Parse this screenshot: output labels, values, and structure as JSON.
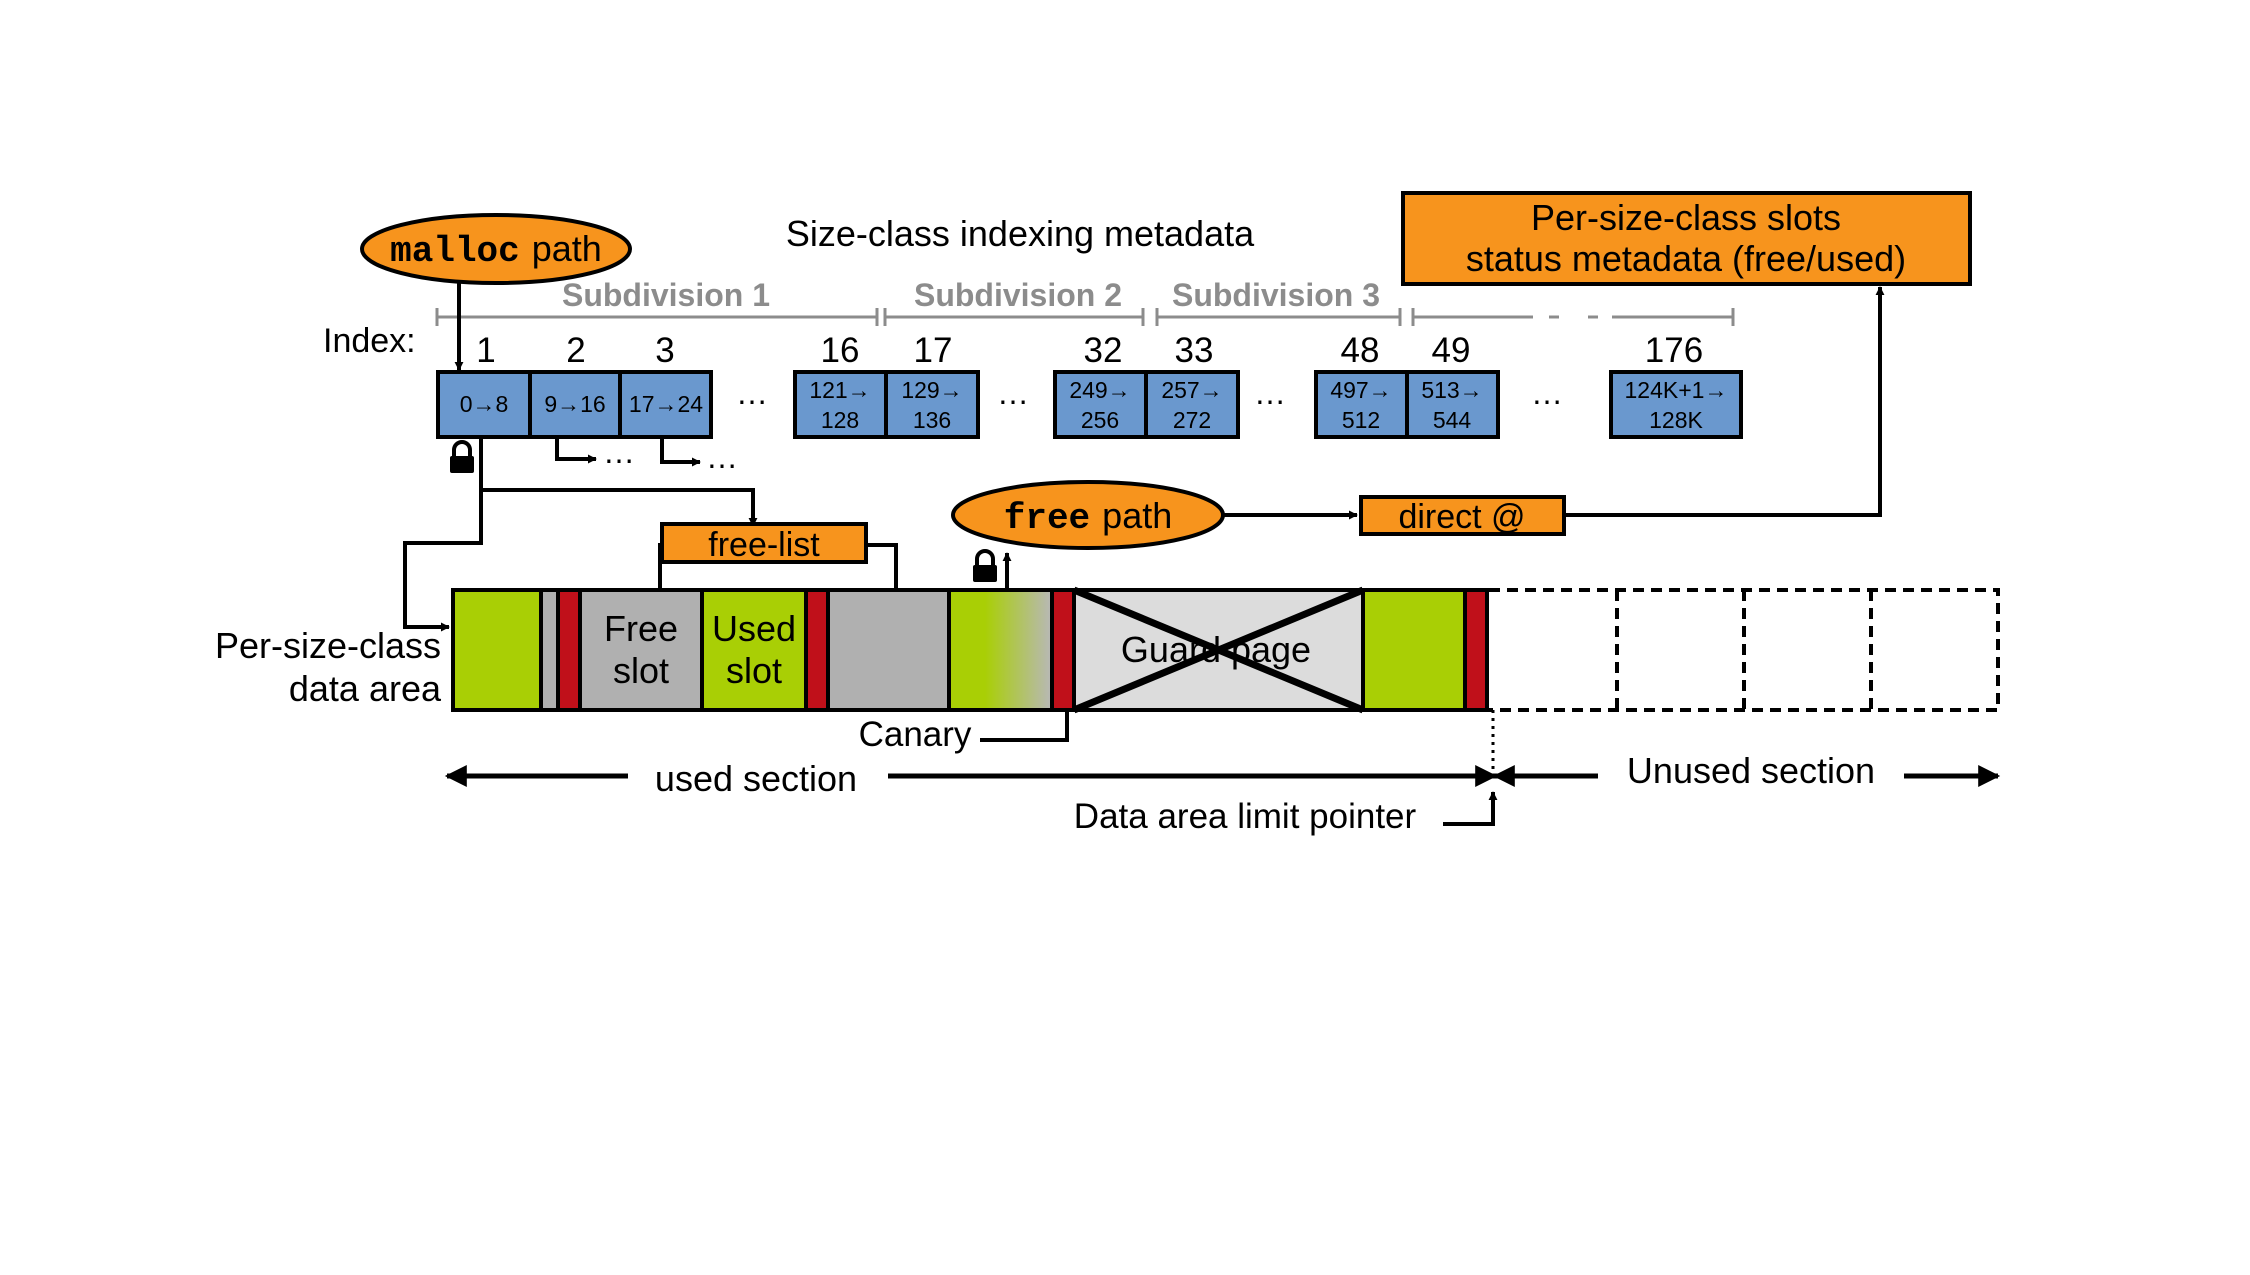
{
  "title": "Size-class indexing metadata",
  "malloc": {
    "code": "malloc",
    "word": "path"
  },
  "free": {
    "code": "free",
    "word": "path"
  },
  "index_label": "Index:",
  "subdivisions": [
    "Subdivision 1",
    "Subdivision 2",
    "Subdivision 3"
  ],
  "index_numbers": [
    "1",
    "2",
    "3",
    "16",
    "17",
    "32",
    "33",
    "48",
    "49",
    "176"
  ],
  "size_classes": [
    {
      "index": "1",
      "range": "0→8"
    },
    {
      "index": "2",
      "range": "9→16"
    },
    {
      "index": "3",
      "range": "17→24"
    },
    {
      "index": "16",
      "line1": "121→",
      "line2": "128"
    },
    {
      "index": "17",
      "line1": "129→",
      "line2": "136"
    },
    {
      "index": "32",
      "line1": "249→",
      "line2": "256"
    },
    {
      "index": "33",
      "line1": "257→",
      "line2": "272"
    },
    {
      "index": "48",
      "line1": "497→",
      "line2": "512"
    },
    {
      "index": "49",
      "line1": "513→",
      "line2": "544"
    },
    {
      "index": "176",
      "line1": "124K+1→",
      "line2": "128K"
    }
  ],
  "ellipsis": "…",
  "status_box": {
    "line1": "Per-size-class slots",
    "line2": "status metadata (free/used)"
  },
  "free_list": "free-list",
  "direct": "direct @",
  "data_area_label": {
    "line1": "Per-size-class",
    "line2": "data area"
  },
  "free_slot": {
    "line1": "Free",
    "line2": "slot"
  },
  "used_slot": {
    "line1": "Used",
    "line2": "slot"
  },
  "guard_page": "Guard page",
  "canary": "Canary",
  "used_section": "used section",
  "unused_section": "Unused section",
  "limit_pointer": "Data area limit pointer",
  "colors": {
    "orange": "#f7941d",
    "blue": "#6a98ce",
    "green": "#a9cf05",
    "red": "#c0101a",
    "gray": "#b0b0b0",
    "guard": "#dcdcdc",
    "subdivision": "#8c8c8c"
  },
  "icons": [
    "lock-icon"
  ]
}
